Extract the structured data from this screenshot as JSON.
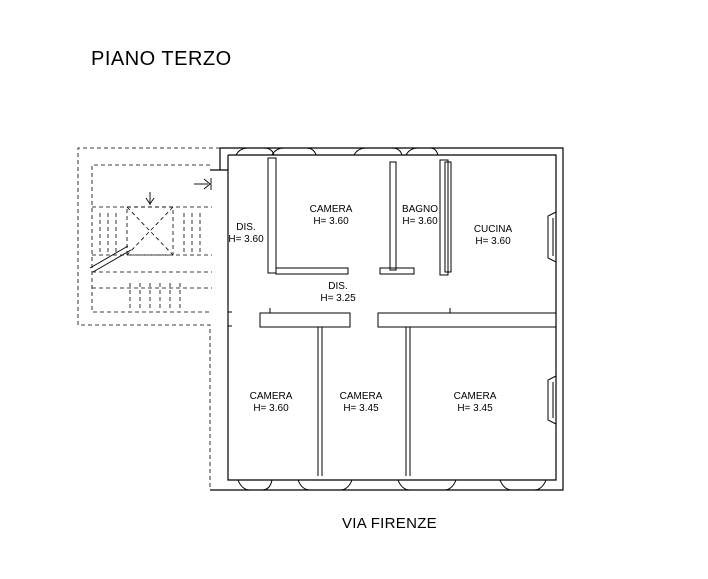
{
  "plan": {
    "title": "PIANO TERZO",
    "street_label": "VIA FIRENZE",
    "rooms": [
      {
        "id": "camera-1",
        "name": "CAMERA",
        "height": "H= 3.60"
      },
      {
        "id": "bagno",
        "name": "BAGNO",
        "height": "H= 3.60"
      },
      {
        "id": "cucina",
        "name": "CUCINA",
        "height": "H= 3.60"
      },
      {
        "id": "dis-1",
        "name": "DIS.",
        "height": "H= 3.60"
      },
      {
        "id": "dis-2",
        "name": "DIS.",
        "height": "H= 3.25"
      },
      {
        "id": "camera-2",
        "name": "CAMERA",
        "height": "H= 3.60"
      },
      {
        "id": "camera-3",
        "name": "CAMERA",
        "height": "H= 3.45"
      },
      {
        "id": "camera-4",
        "name": "CAMERA",
        "height": "H= 3.45"
      }
    ]
  }
}
